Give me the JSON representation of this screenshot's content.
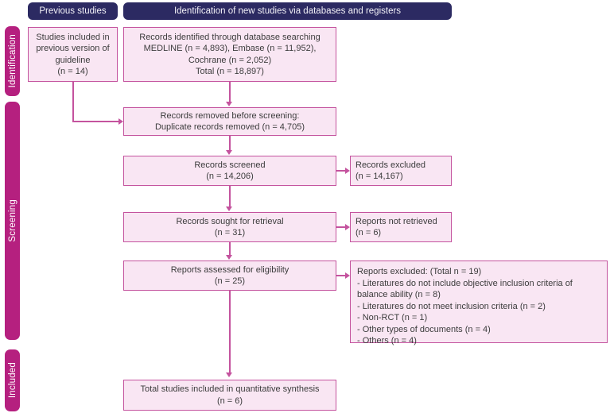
{
  "diagram": {
    "title": "PRISMA flow diagram",
    "colors": {
      "header_bar": "#2c2a62",
      "stage_bar": "#b5207f",
      "box_fill": "#f9e6f3",
      "box_border": "#c4539e",
      "connector": "#c4539e",
      "text": "#3c3c3c",
      "background": "#ffffff"
    }
  },
  "headers": [
    {
      "id": "previous-studies",
      "label": "Previous studies"
    },
    {
      "id": "identification-new",
      "label": "Identification of new studies via databases and registers"
    }
  ],
  "stages": [
    {
      "id": "identification",
      "label": "Identification"
    },
    {
      "id": "screening",
      "label": "Screening"
    },
    {
      "id": "included",
      "label": "Included"
    }
  ],
  "nodes": {
    "previous_included": "Studies included in\nprevious version of\nguideline\n(n = 14)",
    "records_identified": "Records identified through database searching\nMEDLINE (n = 4,893), Embase (n = 11,952),\nCochrane (n = 2,052)\nTotal (n = 18,897)",
    "records_removed": "Records removed before screening:\nDuplicate records removed (n = 4,705)",
    "records_screened": "Records screened\n(n = 14,206)",
    "records_excluded": "Records excluded\n(n = 14,167)",
    "records_sought": "Records sought for retrieval\n(n = 31)",
    "reports_not_retrieved": "Reports not retrieved\n(n = 6)",
    "reports_assessed": "Reports assessed for eligibility\n(n = 25)",
    "reports_excluded": "Reports excluded: (Total n = 19)\n- Literatures do not include objective inclusion criteria of\n   balance ability (n = 8)\n- Literatures do not meet inclusion criteria (n = 2)\n- Non-RCT (n = 1)\n- Other types of documents (n = 4)\n- Others (n = 4)",
    "total_included": "Total studies included in quantitative synthesis\n(n = 6)"
  }
}
